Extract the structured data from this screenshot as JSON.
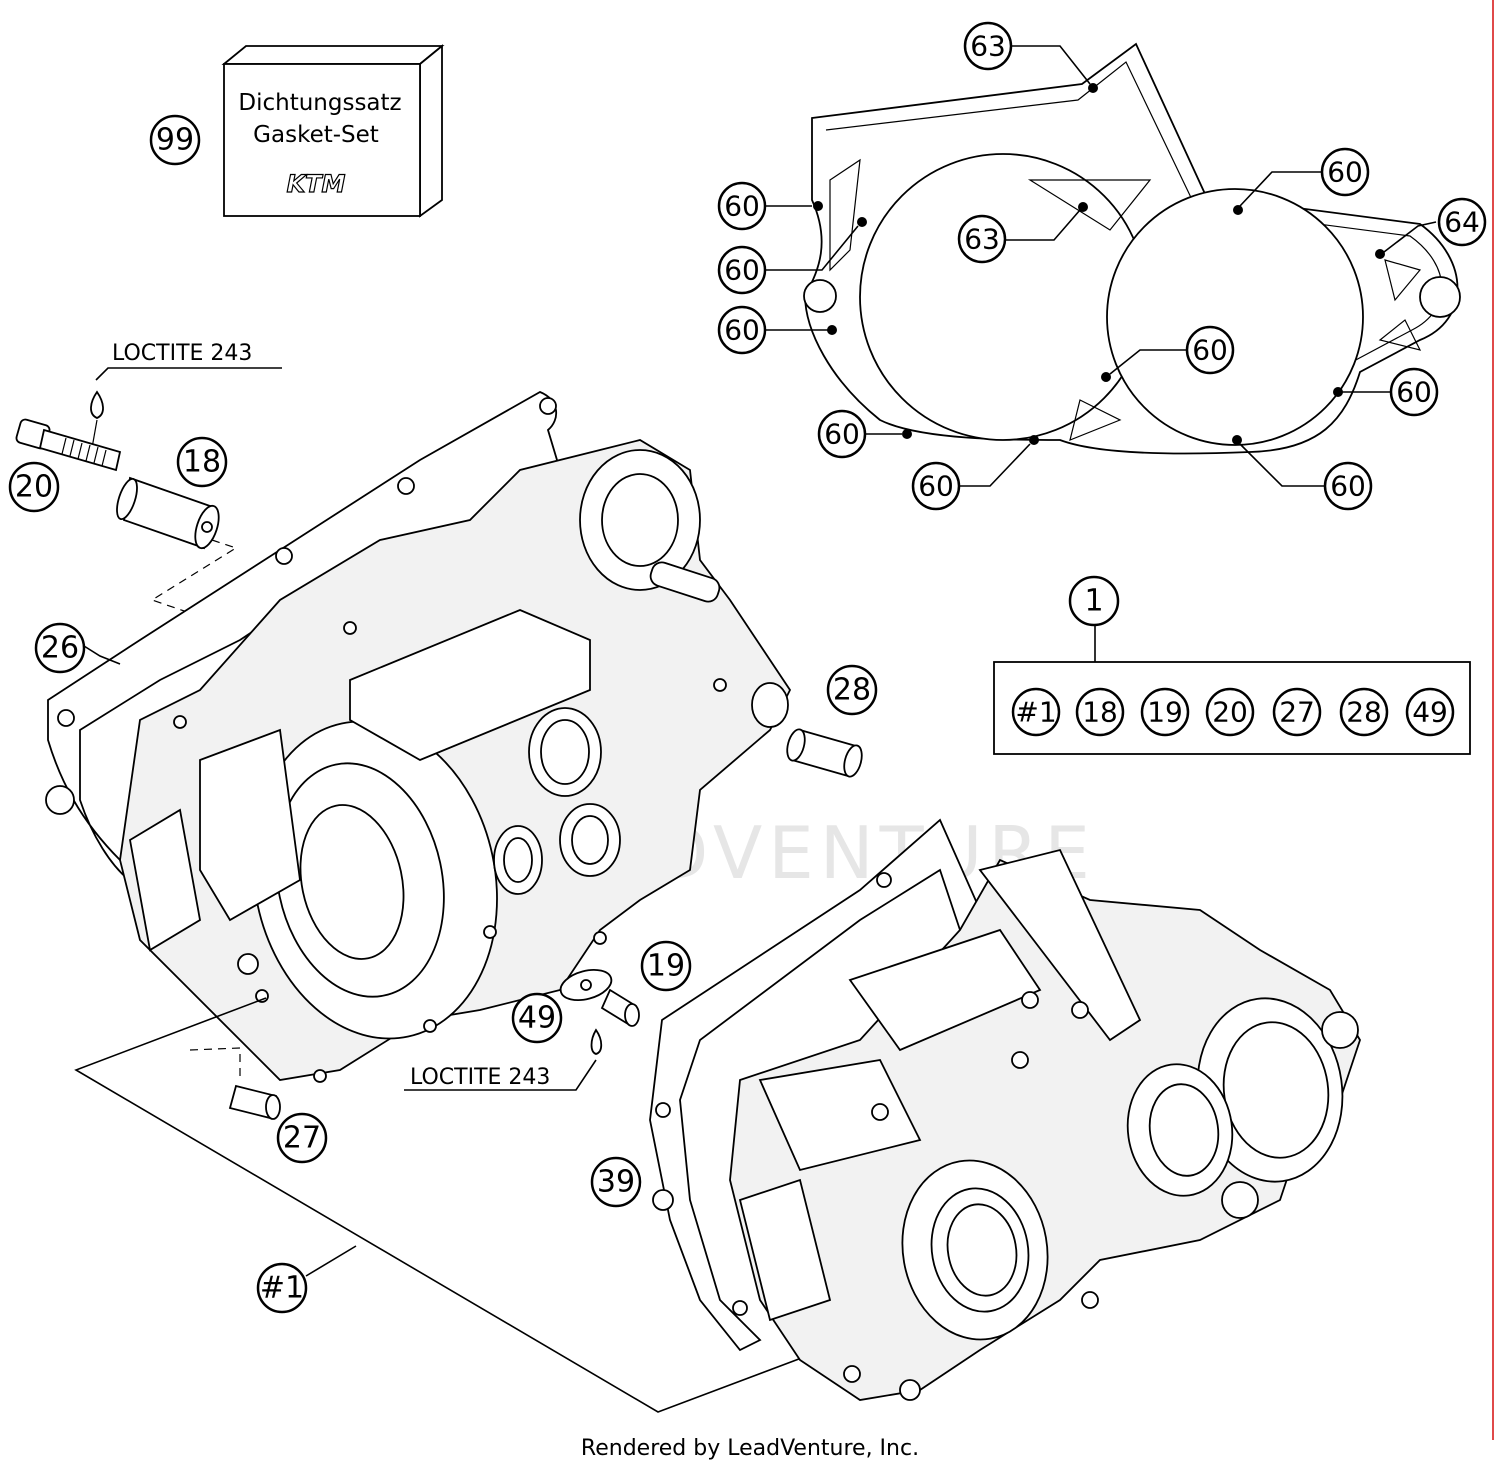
{
  "gasket_kit": {
    "line1": "Dichtungssatz",
    "line2": "Gasket-Set",
    "brand": "KTM",
    "callout": "99"
  },
  "notes": {
    "loctite_top": "LOCTITE 243",
    "loctite_bottom": "LOCTITE 243"
  },
  "callouts": {
    "c20": "20",
    "c18": "18",
    "c26": "26",
    "c28": "28",
    "c19": "19",
    "c49": "49",
    "c27": "27",
    "c39": "39",
    "c1sub": "#1",
    "g63a": "63",
    "g63b": "63",
    "g64": "64",
    "g60a": "60",
    "g60b": "60",
    "g60c": "60",
    "g60d": "60",
    "g60e": "60",
    "g60f": "60",
    "g60g": "60",
    "g60h": "60",
    "g60i": "60"
  },
  "assembly": {
    "callout": "1",
    "contents": [
      "#1",
      "18",
      "19",
      "20",
      "27",
      "28",
      "49"
    ]
  },
  "watermark": "LEADVENTURE",
  "footer": "Rendered by LeadVenture, Inc."
}
